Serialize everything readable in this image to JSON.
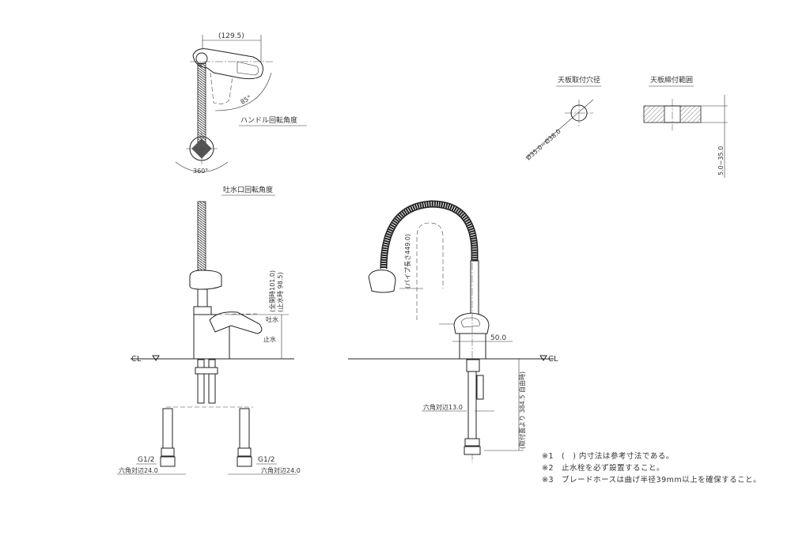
{
  "top_view": {
    "width_dim": "(129.5)",
    "handle_angle": "85°",
    "handle_rotation_label": "ハンドル回転角度",
    "spout_angle": "360°",
    "spout_rotation_label": "吐水口回転角度"
  },
  "front_view": {
    "cl_label": "CL",
    "height_open": "(全開時101.0)",
    "height_closed": "(止水時 98.5)",
    "label_discharge": "吐水",
    "label_stop": "止水",
    "g_left": "G1/2",
    "g_right": "G1/2",
    "hex_left": "六角対辺24.0",
    "hex_right": "六角対辺24.0"
  },
  "side_view": {
    "cl_label": "CL",
    "pipe_length": "(パイプ長さ449.0)",
    "body_dia": "50.0",
    "hex": "六角対辺13.0",
    "under_length": "(取付面より 384.5 自由時)"
  },
  "counter_hole": {
    "title": "天板取付穴径",
    "dia": "Ø35.0~Ø38.0"
  },
  "counter_thickness": {
    "title": "天板締付範囲",
    "range": "5.0~35.0"
  },
  "notes": [
    "※1　(　) 内寸法は参考寸法である。",
    "※2　止水栓を必ず設置すること。",
    "※3　ブレードホースは曲げ半径39mm以上を確保すること。"
  ]
}
